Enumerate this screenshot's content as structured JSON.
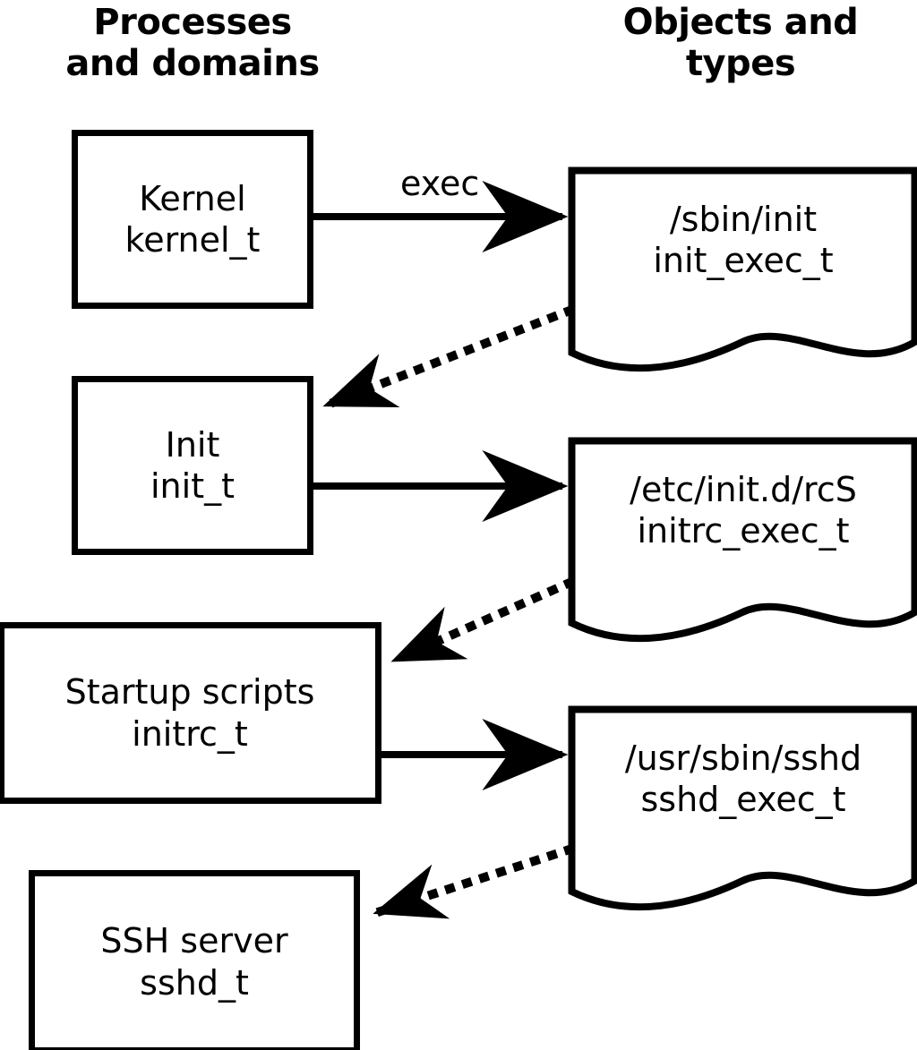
{
  "headers": {
    "left": "Processes\nand domains",
    "right": "Objects and\ntypes"
  },
  "colors": {
    "stroke": "#000000",
    "fill": "#ffffff",
    "background": "#ffffff"
  },
  "domains": [
    {
      "name": "Kernel",
      "type": "kernel_t"
    },
    {
      "name": "Init",
      "type": "init_t"
    },
    {
      "name": "Startup scripts",
      "type": "initrc_t"
    },
    {
      "name": "SSH server",
      "type": "sshd_t"
    }
  ],
  "objects": [
    {
      "path": "/sbin/init",
      "type": "init_exec_t"
    },
    {
      "path": "/etc/init.d/rcS",
      "type": "initrc_exec_t"
    },
    {
      "path": "/usr/sbin/sshd",
      "type": "sshd_exec_t"
    }
  ],
  "edges": {
    "exec_label": "exec",
    "solid": [
      {
        "from": "Kernel kernel_t",
        "to": "/sbin/init init_exec_t",
        "label": "exec"
      },
      {
        "from": "Init init_t",
        "to": "/etc/init.d/rcS initrc_exec_t",
        "label": ""
      },
      {
        "from": "Startup scripts initrc_t",
        "to": "/usr/sbin/sshd sshd_exec_t",
        "label": ""
      }
    ],
    "dotted": [
      {
        "from": "/sbin/init init_exec_t",
        "to": "Init init_t"
      },
      {
        "from": "/etc/init.d/rcS initrc_exec_t",
        "to": "Startup scripts initrc_t"
      },
      {
        "from": "/usr/sbin/sshd sshd_exec_t",
        "to": "SSH server sshd_t"
      }
    ]
  }
}
